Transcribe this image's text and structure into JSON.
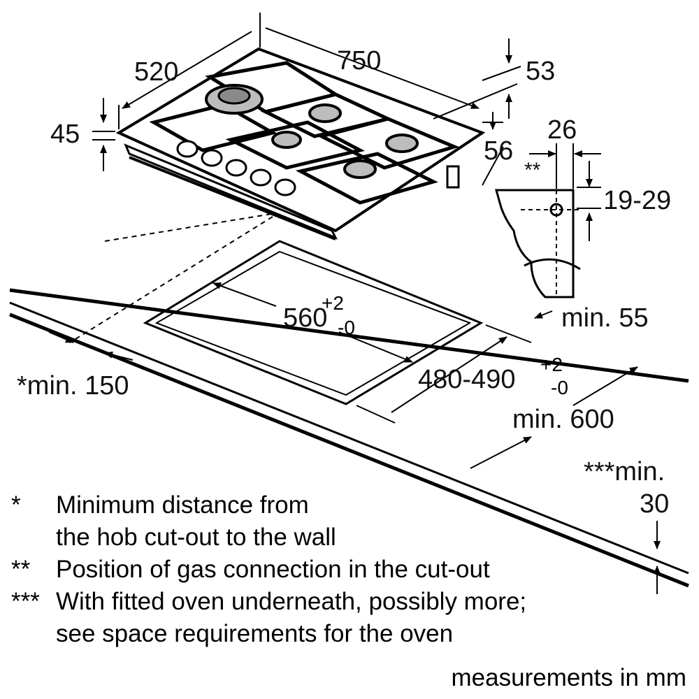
{
  "dimensions": {
    "d750": "750",
    "d520": "520",
    "d53": "53",
    "d45": "45",
    "d26": "26",
    "d56": "56",
    "d1929": "19-29",
    "dmarks2": "**",
    "dmin55": "min. 55",
    "d560": "560",
    "d560_sup": "+2",
    "d560_sub": "-0",
    "d480": "480-490",
    "d480_sup": "+2",
    "d480_sub": "-0",
    "dmin600": "min. 600",
    "dmin150": "*min. 150",
    "dmin30_a": "***min.",
    "dmin30_b": "30"
  },
  "notes": [
    {
      "mark": "*",
      "lines": [
        "Minimum distance from",
        "the hob cut-out to the wall"
      ]
    },
    {
      "mark": "**",
      "lines": [
        "Position of gas connection in the cut-out"
      ]
    },
    {
      "mark": "***",
      "lines": [
        "With fitted oven underneath, possibly more;",
        "see space requirements for the oven"
      ]
    }
  ],
  "units": "measurements in mm"
}
